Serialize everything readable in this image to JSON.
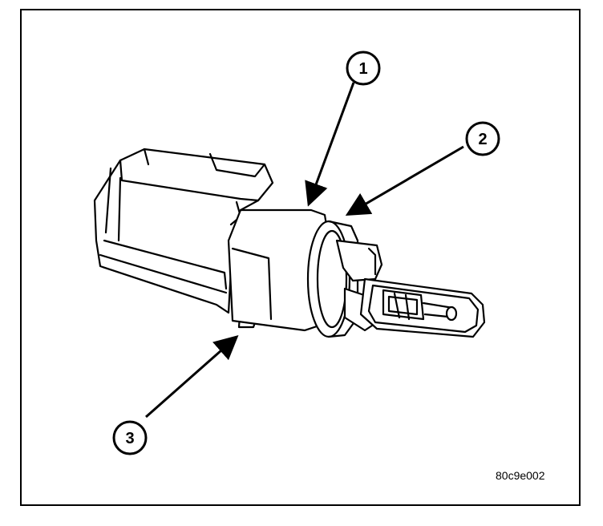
{
  "figure_id": "80c9e002",
  "callouts": [
    {
      "number": "1"
    },
    {
      "number": "2"
    },
    {
      "number": "3"
    }
  ]
}
